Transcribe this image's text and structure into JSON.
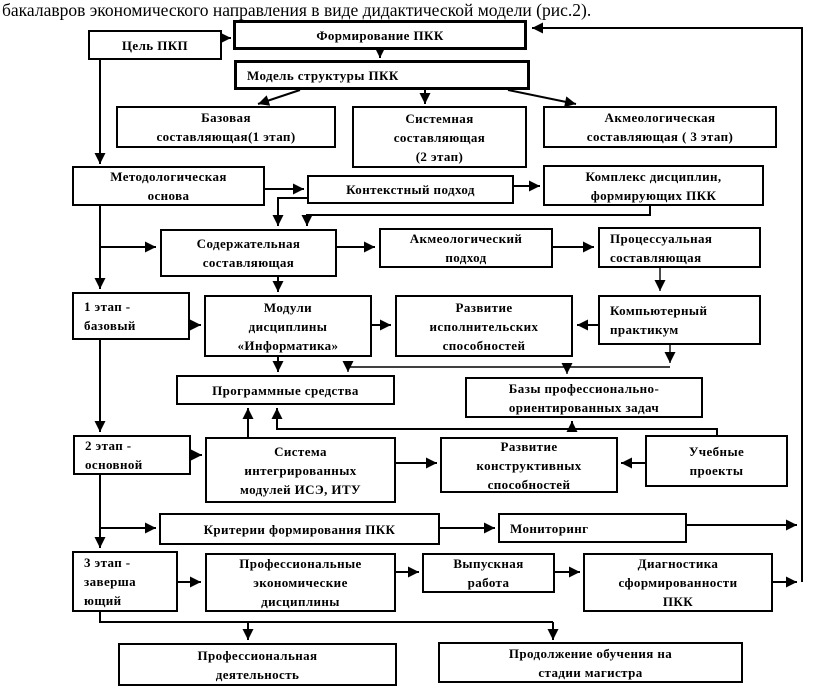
{
  "title": "бакалавров экономического направления в виде дидактической модели (рис.2).",
  "colors": {
    "line": "#000000",
    "text": "#000000",
    "background": "#ffffff"
  },
  "nodes": {
    "goal": {
      "label": "Цель ПКП"
    },
    "formation": {
      "label": "Формирование ПКК"
    },
    "model": {
      "label": "Модель структуры ПКК"
    },
    "basic_component": {
      "label": "Базовая\nсоставляющая(1 этап)"
    },
    "system_component": {
      "label": "Системная\nсоставляющая\n(2 этап)"
    },
    "acme_component": {
      "label": "Акмеологическая\nсоставляющая ( 3 этап)"
    },
    "method_basis": {
      "label": "Методологическая\nоснова"
    },
    "context_approach": {
      "label": "Контекстный подход"
    },
    "discipline_complex": {
      "label": "Комплекс дисциплин,\nформирующих ПКК"
    },
    "content_component": {
      "label": "Содержательная\nсоставляющая"
    },
    "acme_approach": {
      "label": "Акмеологический\nподход"
    },
    "process_component": {
      "label": "Процессуальная\nсоставляющая"
    },
    "stage1": {
      "label": "1 этап -\nбазовый"
    },
    "informatics_modules": {
      "label": "Модули\nдисциплины\n«Информатика»"
    },
    "executive_abilities": {
      "label": "Развитие\nисполнительских\nспособностей"
    },
    "computer_practicum": {
      "label": "Компьютерный\nпрактикум"
    },
    "software_tools": {
      "label": "Программные средства"
    },
    "task_bases": {
      "label": "Базы профессионально-\nориентированных задач"
    },
    "stage2": {
      "label": "2 этап -\nосновной"
    },
    "integrated_modules": {
      "label": "Система\nинтегрированных\nмодулей ИСЭ, ИТУ"
    },
    "constructive_abilities": {
      "label": "Развитие\nконструктивных\nспособностей"
    },
    "study_projects": {
      "label": "Учебные\nпроекты"
    },
    "criteria": {
      "label": "Критерии формирования ПКК"
    },
    "monitoring": {
      "label": "Мониторинг"
    },
    "stage3": {
      "label": "3 этап -\nзаверша\nющий"
    },
    "prof_disciplines": {
      "label": "Профессиональные\nэкономические\nдисциплины"
    },
    "graduate_work": {
      "label": "Выпускная\nработа"
    },
    "diagnostics": {
      "label": "Диагностика\nсформированности\nПКК"
    },
    "prof_activity": {
      "label": "Профессиональная\nдеятельность"
    },
    "master_continuation": {
      "label": "Продолжение обучения на\nстадии магистра"
    }
  },
  "edges": [
    {
      "from": "goal",
      "to": "formation"
    },
    {
      "from": "formation",
      "to": "model"
    },
    {
      "from": "model",
      "to": "basic_component"
    },
    {
      "from": "model",
      "to": "system_component"
    },
    {
      "from": "model",
      "to": "acme_component"
    },
    {
      "from": "goal",
      "to": "method_basis"
    },
    {
      "from": "method_basis",
      "to": "context_approach"
    },
    {
      "from": "context_approach",
      "to": "discipline_complex"
    },
    {
      "from": "method_basis",
      "to": "content_component"
    },
    {
      "from": "method_basis",
      "to": "stage1"
    },
    {
      "from": "context_approach",
      "to": "content_component"
    },
    {
      "from": "discipline_complex",
      "to": "content_component"
    },
    {
      "from": "content_component",
      "to": "acme_approach"
    },
    {
      "from": "acme_approach",
      "to": "process_component"
    },
    {
      "from": "content_component",
      "to": "informatics_modules"
    },
    {
      "from": "stage1",
      "to": "informatics_modules"
    },
    {
      "from": "informatics_modules",
      "to": "executive_abilities"
    },
    {
      "from": "computer_practicum",
      "to": "executive_abilities"
    },
    {
      "from": "process_component",
      "to": "computer_practicum"
    },
    {
      "from": "informatics_modules",
      "to": "software_tools"
    },
    {
      "from": "computer_practicum",
      "to": "software_tools"
    },
    {
      "from": "computer_practicum",
      "to": "task_bases"
    },
    {
      "from": "study_projects",
      "to": "software_tools"
    },
    {
      "from": "study_projects",
      "to": "task_bases"
    },
    {
      "from": "integrated_modules",
      "to": "software_tools"
    },
    {
      "from": "stage1",
      "to": "stage2"
    },
    {
      "from": "stage2",
      "to": "integrated_modules"
    },
    {
      "from": "integrated_modules",
      "to": "constructive_abilities"
    },
    {
      "from": "study_projects",
      "to": "constructive_abilities"
    },
    {
      "from": "stage2",
      "to": "criteria"
    },
    {
      "from": "stage2",
      "to": "stage3"
    },
    {
      "from": "criteria",
      "to": "monitoring"
    },
    {
      "from": "monitoring",
      "to": "formation"
    },
    {
      "from": "diagnostics",
      "to": "formation"
    },
    {
      "from": "stage3",
      "to": "prof_disciplines"
    },
    {
      "from": "prof_disciplines",
      "to": "graduate_work"
    },
    {
      "from": "graduate_work",
      "to": "diagnostics"
    },
    {
      "from": "stage3",
      "to": "prof_activity"
    },
    {
      "from": "stage3",
      "to": "master_continuation"
    }
  ]
}
